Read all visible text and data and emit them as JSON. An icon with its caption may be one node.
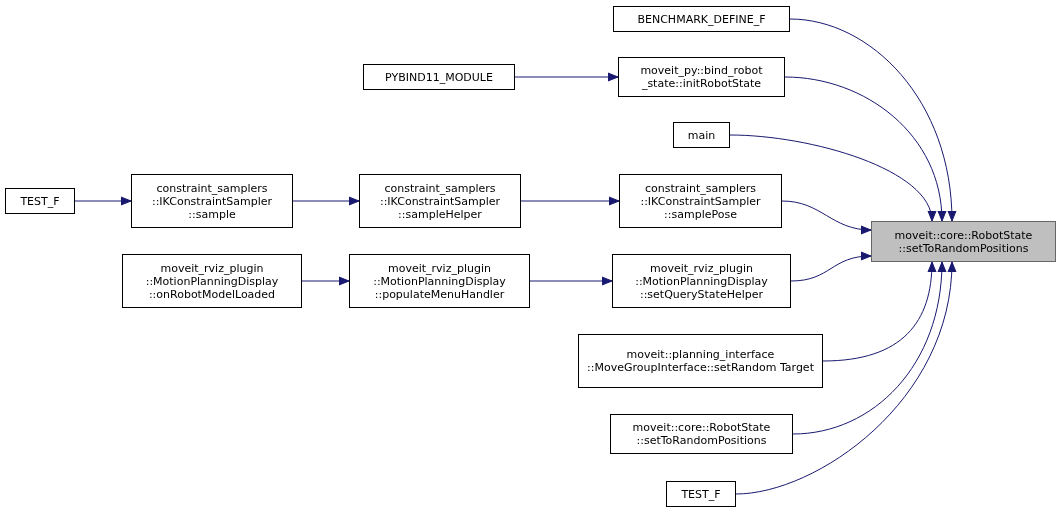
{
  "diagram": {
    "nodes": [
      {
        "text": [
          "moveit::core::RobotState ::setToRandomPositions"
        ]
      },
      {
        "text": [
          "BENCHMARK_DEFINE_F"
        ]
      },
      {
        "text": [
          "moveit_py::bind_robot _state::initRobotState"
        ]
      },
      {
        "text": [
          "PYBIND11_MODULE"
        ]
      },
      {
        "text": [
          "main"
        ]
      },
      {
        "text": [
          "TEST_F"
        ]
      },
      {
        "text": [
          "constraint_samplers ::IKConstraintSampler ::sample"
        ]
      },
      {
        "text": [
          "constraint_samplers ::IKConstraintSampler ::sampleHelper"
        ]
      },
      {
        "text": [
          "constraint_samplers ::IKConstraintSampler ::samplePose"
        ]
      },
      {
        "text": [
          "moveit_rviz_plugin ::MotionPlanningDisplay ::onRobotModelLoaded"
        ]
      },
      {
        "text": [
          "moveit_rviz_plugin ::MotionPlanningDisplay ::populateMenuHandler"
        ]
      },
      {
        "text": [
          "moveit_rviz_plugin ::MotionPlanningDisplay ::setQueryStateHelper"
        ]
      },
      {
        "text": [
          "moveit::planning_interface ::MoveGroupInterface::setRandom Target"
        ]
      },
      {
        "text": [
          "moveit::core::RobotState ::setToRandomPositions"
        ]
      },
      {
        "text": [
          "TEST_F"
        ]
      }
    ],
    "edges": [
      {
        "from": 1,
        "to": 0,
        "arrow": "to"
      },
      {
        "from": 2,
        "to": 0,
        "arrow": "to"
      },
      {
        "from": 3,
        "to": 2,
        "arrow": "to"
      },
      {
        "from": 4,
        "to": 0,
        "arrow": "to"
      },
      {
        "from": 5,
        "to": 6,
        "arrow": "to"
      },
      {
        "from": 6,
        "to": 7,
        "arrow": "to"
      },
      {
        "from": 7,
        "to": 8,
        "arrow": "to"
      },
      {
        "from": 8,
        "to": 0,
        "arrow": "to"
      },
      {
        "from": 9,
        "to": 10,
        "arrow": "to"
      },
      {
        "from": 10,
        "to": 11,
        "arrow": "to"
      },
      {
        "from": 11,
        "to": 0,
        "arrow": "to"
      },
      {
        "from": 12,
        "to": 0,
        "arrow": "to"
      },
      {
        "from": 13,
        "to": 0,
        "arrow": "to"
      },
      {
        "from": 14,
        "to": 0,
        "arrow": "to"
      }
    ]
  }
}
